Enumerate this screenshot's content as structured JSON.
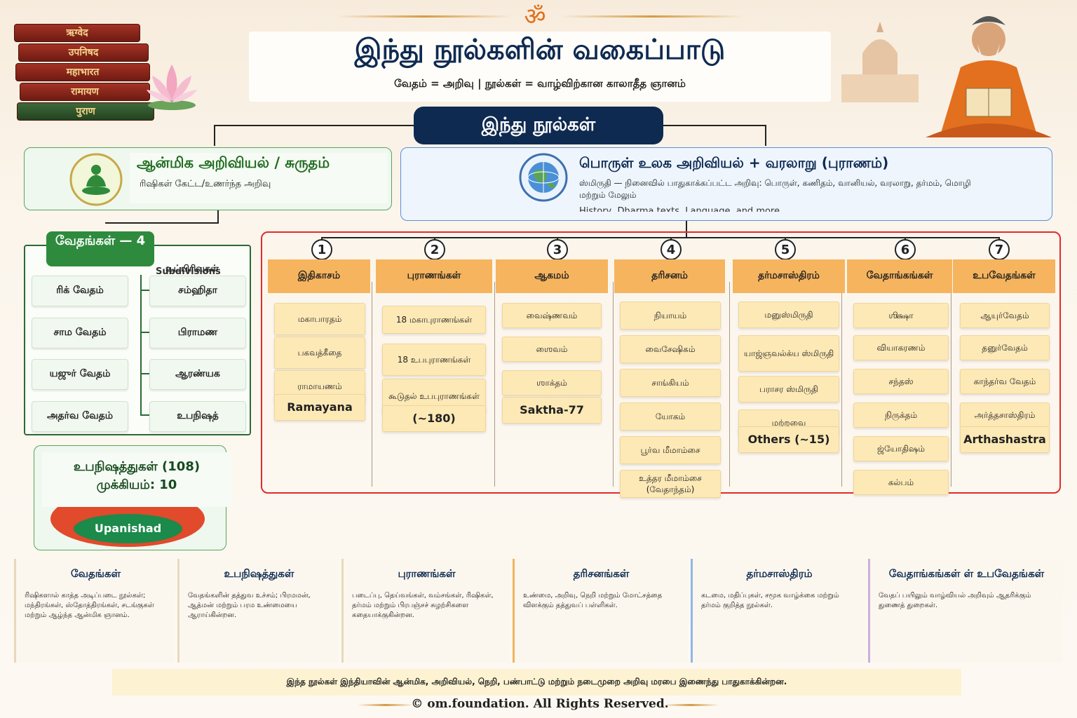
{
  "header": {
    "title": "இந்து நூல்களின் வகைப்பாடு",
    "subtitle": "வேதம் = அறிவு | நூல்கள் = வாழ்விற்கான காலாதீத ஞானம்",
    "om": "ॐ"
  },
  "books": [
    "ऋग्वेद",
    "उपनिषद",
    "महाभारत",
    "रामायण",
    "पुराण"
  ],
  "root": "இந்து நூல்கள்",
  "left_card": {
    "title": "ஆன்மிக அறிவியல் / சுருதம்",
    "subtitle": "ரிஷிகள் கேட்ட/உணர்ந்த அறிவு"
  },
  "right_card": {
    "title": "பொருள் உலக அறிவியல் + வரலாறு (புராணம்)",
    "subtitle": "ஸ்மிருதி — நினைவில் பாதுகாக்கப்பட்ட அறிவு: பொருள், கணிதம், வானியல், வரலாறு, தர்மம், மொழி மற்றும் மேலும்",
    "overlap_text": "History, Dharma texts, Language, and more."
  },
  "vedas": {
    "heading": "வேதங்கள் — 4",
    "sub_heading": "உட்பிரிவுகள்",
    "ghost_heading": "Subdivisions",
    "left": [
      "ரிக் வேதம்",
      "சாம வேதம்",
      "யஜுர் வேதம்",
      "அதர்வ வேதம்"
    ],
    "right": [
      "சம்ஹிதா",
      "பிராமண",
      "ஆரண்யக",
      "உபநிஷத்"
    ]
  },
  "upanishads": {
    "line1": "உபநிஷத்துகள் (108)",
    "line2": "முக்கியம்: 10",
    "badge": "Upanishad"
  },
  "categories": [
    {
      "num": "1",
      "label": "இதிகாசம்",
      "items": [
        "மகாபாரதம்",
        "பகவத்கீதை",
        "ராமாயணம்"
      ],
      "tail": "Ramayana"
    },
    {
      "num": "2",
      "label": "புராணங்கள்",
      "items": [
        "18 மகாபுராணங்கள்",
        "18 உபபுராணங்கள்",
        "கூடுதல் உபபுராணங்கள்"
      ],
      "tail": "(~180)"
    },
    {
      "num": "3",
      "label": "ஆகமம்",
      "items": [
        "வைஷ்ணவம்",
        "ஶைவம்",
        "ஶாக்தம்"
      ],
      "tail": "Saktha-77"
    },
    {
      "num": "4",
      "label": "தரிசனம்",
      "items": [
        "நியாயம்",
        "வைசேஷிகம்",
        "சாங்கியம்",
        "யோகம்",
        "பூர்வ மீமாம்சை",
        "உத்தர மீமாம்சை (வேதாந்தம்)"
      ]
    },
    {
      "num": "5",
      "label": "தர்மசாஸ்திரம்",
      "items": [
        "மனுஸ்மிருதி",
        "யாஜ்ஞவல்க்ய ஸ்மிருதி",
        "பராசர ஸ்மிருதி",
        "மற்றவை"
      ],
      "tail": "Others (~15)"
    },
    {
      "num": "6",
      "label": "வேதாங்கங்கள்",
      "items": [
        "ஶிக்ஷா",
        "வியாகரணம்",
        "சந்தஸ்",
        "நிருக்தம்",
        "ஜ்யோதிஷம்",
        "கல்பம்"
      ]
    },
    {
      "num": "7",
      "label": "உபவேதங்கள்",
      "items": [
        "ஆயுர்வேதம்",
        "தனுர்வேதம்",
        "காந்தர்வ வேதம்",
        "அர்த்தசாஸ்திரம்"
      ],
      "tail": "Arthashastra"
    }
  ],
  "bottom_cards": [
    {
      "title": "வேதங்கள்",
      "desc": "ரிஷிகளால் காத்த அடிப்படை நூல்கள்; மந்திரங்கள், ஸ்தோத்திரங்கள், சடங்குகள் மற்றும் ஆழ்ந்த ஆன்மிக ஞானம்."
    },
    {
      "title": "உபநிஷத்துகள்",
      "desc": "வேதங்களின் தத்துவ உச்சம்; பிரமமன், ஆத்மன் மற்றும் பரம உண்மையை ஆராய்கின்றன."
    },
    {
      "title": "புராணங்கள்",
      "desc": "படைப்பு, தெய்வங்கள், வம்சங்கள், ரிஷிகள், தர்மம் மற்றும் பிரபஞ்சச் சுழற்சிகளை கதையாக்குகின்றன."
    },
    {
      "title": "தரிசனங்கள்",
      "desc": "உண்மை, அறிவு, நெறி மற்றும் மோட்சத்தை விளக்கும் தத்துவப் பள்ளிகள்."
    },
    {
      "title": "தர்மசாஸ்திரம்",
      "desc": "கடமை, மதிப்புகள், சமூக வாழ்க்கை மற்றும் தர்மம் குறித்த நூல்கள்."
    },
    {
      "title": "வேதாங்கங்கள் ள் உபவேதங்கள்",
      "desc": "வேதப் பயிலும் வாழ்வியல் அறிவும் ஆதரிக்கும் துணைத் துறைகள்."
    }
  ],
  "footer": {
    "note": "இந்த நூல்கள் இந்தியாவின் ஆன்மிக, அறிவியல், நெறி, பண்பாட்டு மற்றும் நடைமுறை அறிவு மரபை இணைந்து பாதுகாக்கின்றன.",
    "copyright": "© om.foundation. All Rights Reserved."
  }
}
